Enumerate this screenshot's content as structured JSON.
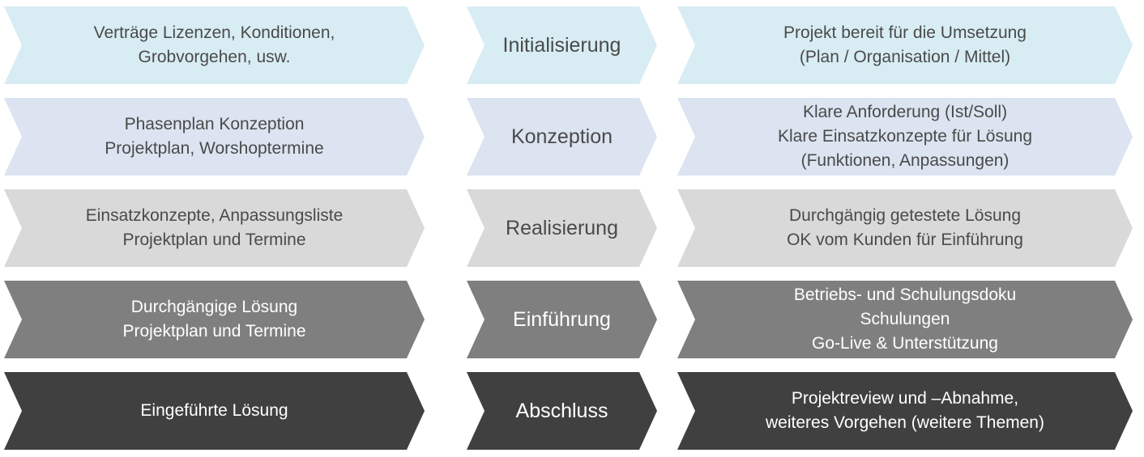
{
  "rows": [
    {
      "input": "Verträge Lizenzen, Konditionen,\nGrobvorgehen, usw.",
      "phase": "Initialisierung",
      "output": "Projekt bereit für die Umsetzung\n(Plan / Organisation / Mittel)"
    },
    {
      "input": "Phasenplan Konzeption\nProjektplan, Worshoptermine",
      "phase": "Konzeption",
      "output": "Klare Anforderung (Ist/Soll)\nKlare Einsatzkonzepte für Lösung\n(Funktionen, Anpassungen)"
    },
    {
      "input": "Einsatzkonzepte, Anpassungsliste\nProjektplan und Termine",
      "phase": "Realisierung",
      "output": "Durchgängig getestete Lösung\nOK vom Kunden für Einführung"
    },
    {
      "input": "Durchgängige Lösung\nProjektplan und Termine",
      "phase": "Einführung",
      "output": "Betriebs- und Schulungsdoku\nSchulungen\nGo-Live & Unterstützung"
    },
    {
      "input": "Eingeführte Lösung",
      "phase": "Abschluss",
      "output": "Projektreview und –Abnahme,\nweiteres Vorgehen (weitere Themen)"
    }
  ],
  "colors": {
    "row1_fill": "#d8edf3",
    "row2_fill": "#dbe4f0",
    "row3_fill": "#d9d9d9",
    "row4_fill": "#7f7f7f",
    "row5_fill": "#404040",
    "dark_text": "#4a4a4a",
    "light_text": "#ffffff"
  }
}
